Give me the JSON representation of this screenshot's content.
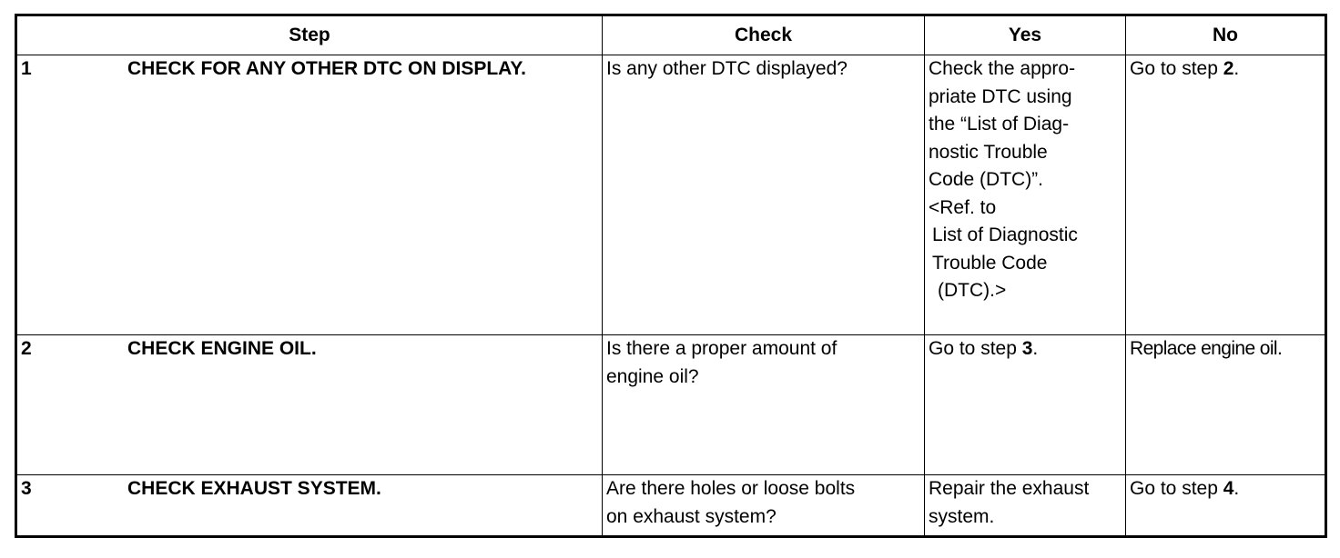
{
  "headers": {
    "step": "Step",
    "check": "Check",
    "yes": "Yes",
    "no": "No"
  },
  "rows": [
    {
      "num": "1",
      "title": "CHECK FOR ANY OTHER DTC ON DISPLAY.",
      "check": "Is any other DTC displayed?",
      "yes_lines": [
        "Check the appro-",
        "priate DTC using",
        "the “List of Diag-",
        "nostic Trouble",
        "Code (DTC)”.",
        "<Ref. to",
        " List of Diagnostic",
        " Trouble Code",
        "  (DTC).>"
      ],
      "no_prefix": "Go to step ",
      "no_step": "2",
      "no_suffix": "."
    },
    {
      "num": "2",
      "title": "CHECK ENGINE OIL.",
      "check_lines": [
        "Is there a proper amount of",
        "engine oil?"
      ],
      "yes_prefix": "Go to step ",
      "yes_step": "3",
      "yes_suffix": ".",
      "no": "Replace engine oil."
    },
    {
      "num": "3",
      "title": "CHECK EXHAUST SYSTEM.",
      "check_lines": [
        "Are there holes or loose bolts",
        "on exhaust system?"
      ],
      "yes_lines": [
        "Repair the exhaust",
        "system."
      ],
      "no_prefix": "Go to step ",
      "no_step": "4",
      "no_suffix": "."
    }
  ]
}
